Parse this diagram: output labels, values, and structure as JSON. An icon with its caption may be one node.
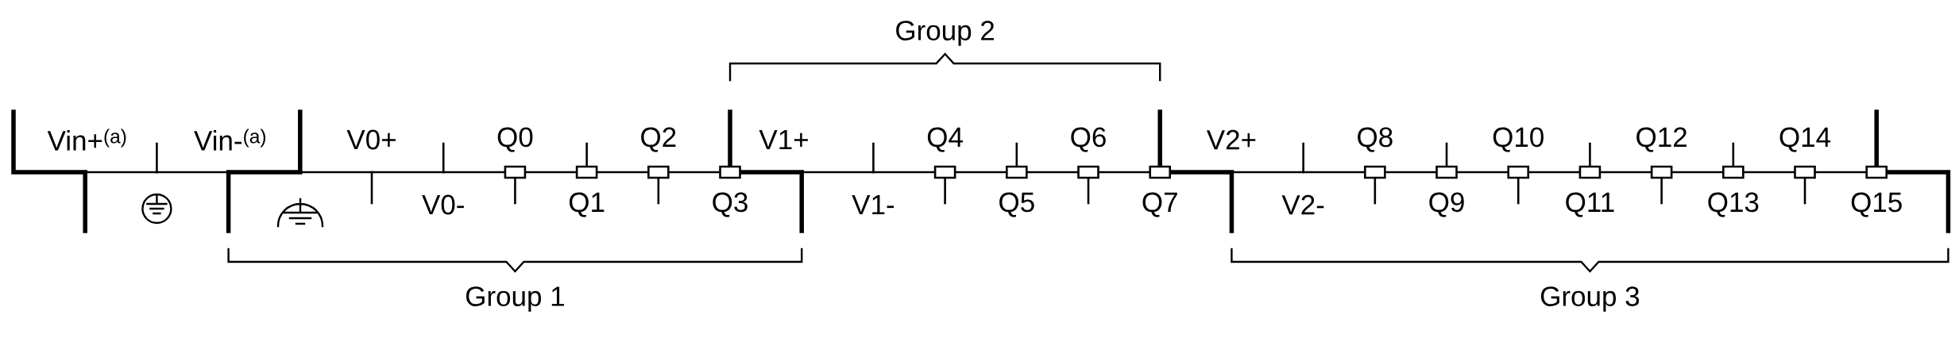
{
  "diagram": {
    "labels": [
      "Group 2",
      "Vin+$^{(a)}$",
      "Vin-$^{(a)}$",
      "V0+",
      "Q0",
      "Q2",
      "V1+",
      "Q4",
      "Q6",
      "V2+",
      "Q8",
      "Q10",
      "Q12",
      "Q14",
      "V0-",
      "Q1",
      "Q3",
      "V1-",
      "Q5",
      "Q7",
      "V2-",
      "Q9",
      "Q11",
      "Q13",
      "Q15",
      "Group 1",
      "Group 3"
    ]
  }
}
